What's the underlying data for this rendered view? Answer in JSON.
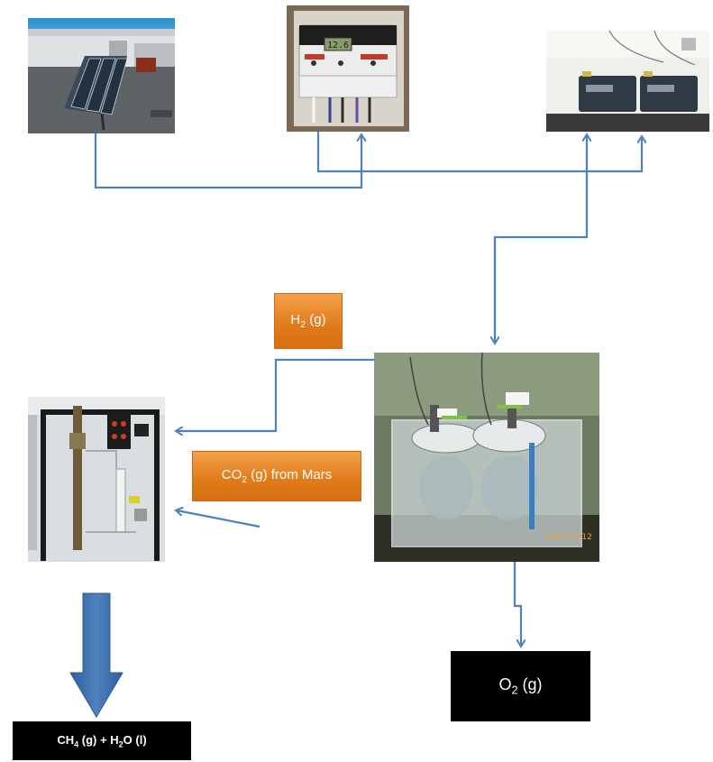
{
  "labels": {
    "h2": {
      "prefix": "H",
      "sub": "2",
      "suffix": " (g)"
    },
    "co2": {
      "prefix": "CO",
      "sub": "2",
      "suffix": " (g) from Mars"
    },
    "o2": {
      "prefix": "O",
      "sub": "2",
      "suffix": " (g)"
    },
    "ch4": {
      "a_prefix": "CH",
      "a_sub": "4",
      "a_suffix": " (g) + H",
      "b_sub": "2",
      "b_suffix": "O (l)"
    }
  },
  "photos": {
    "electrolyzer_timestamp": "07/23/2012"
  },
  "colors": {
    "arrow": "#4f81bd",
    "orange": "#e8821f",
    "black": "#000000"
  },
  "icons": {
    "solar_panel": "solar-panel-photo",
    "charge_controller": "charge-controller-photo",
    "batteries": "battery-bank-photo",
    "electrolyzer": "electrolysis-cell-photo",
    "reactor": "sabatier-reactor-photo"
  }
}
